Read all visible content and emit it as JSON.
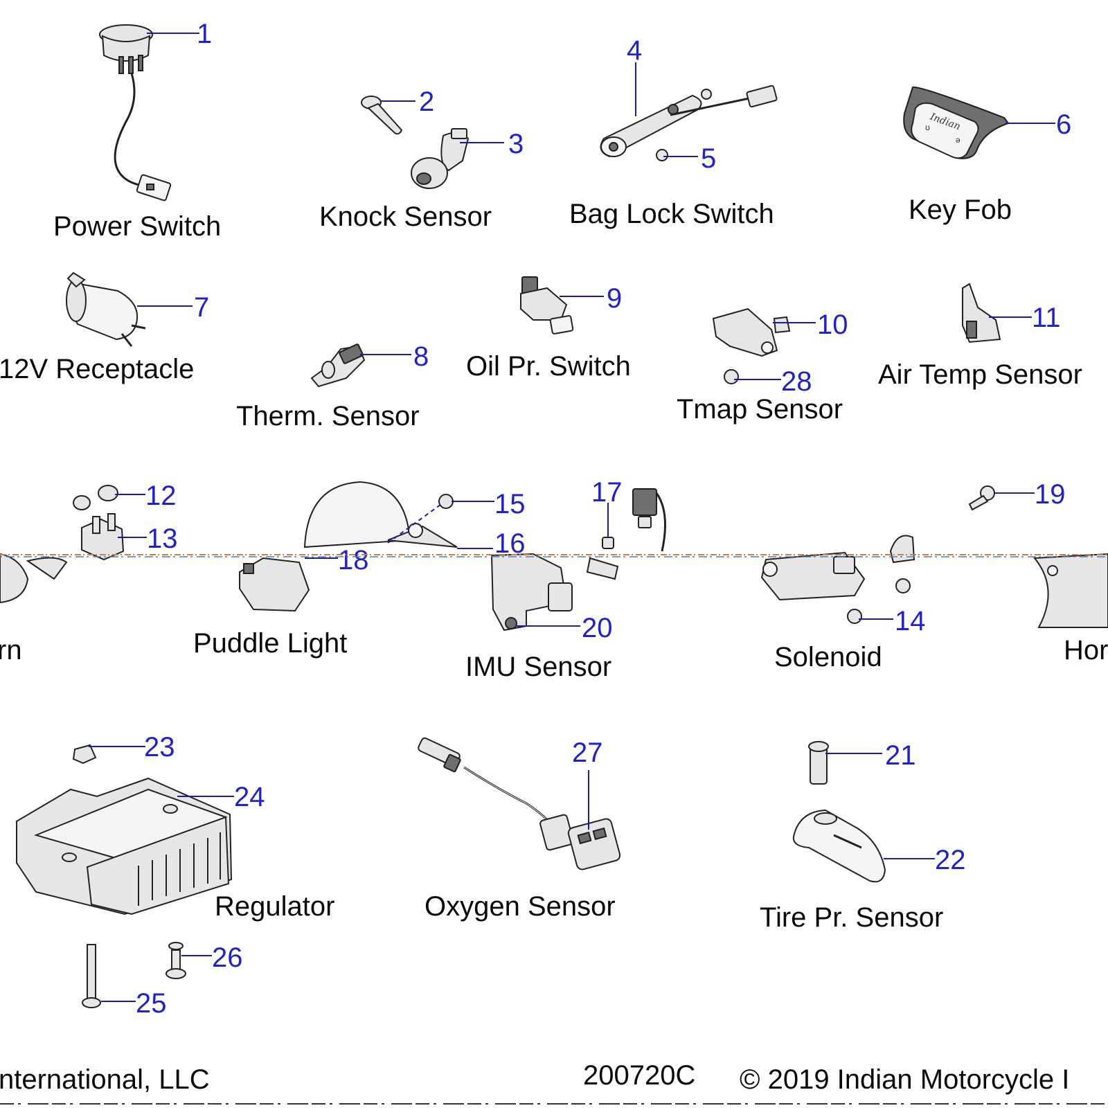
{
  "diagram": {
    "callouts": {
      "c1": "1",
      "c2": "2",
      "c3": "3",
      "c4": "4",
      "c5": "5",
      "c6": "6",
      "c7": "7",
      "c8": "8",
      "c9": "9",
      "c10": "10",
      "c11": "11",
      "c12": "12",
      "c13": "13",
      "c14": "14",
      "c15": "15",
      "c16": "16",
      "c17": "17",
      "c18": "18",
      "c19": "19",
      "c20": "20",
      "c21": "21",
      "c22": "22",
      "c23": "23",
      "c24": "24",
      "c25": "25",
      "c26": "26",
      "c27": "27",
      "c28": "28"
    },
    "part_names": {
      "power_switch": "Power Switch",
      "knock_sensor": "Knock Sensor",
      "bag_lock_switch": "Bag Lock Switch",
      "key_fob": "Key Fob",
      "receptacle_12v": "12V Receptacle",
      "therm_sensor": "Therm. Sensor",
      "oil_pr_switch": "Oil Pr. Switch",
      "tmap_sensor": "Tmap Sensor",
      "air_temp_sensor": "Air Temp Sensor",
      "horn_left": "rn",
      "puddle_light": "Puddle Light",
      "imu_sensor": "IMU Sensor",
      "solenoid": "Solenoid",
      "horn_right": "Hor",
      "regulator": "Regulator",
      "oxygen_sensor": "Oxygen Sensor",
      "tire_pr_sensor": "Tire Pr. Sensor"
    },
    "key_fob_buttons": {
      "left": "ʊ",
      "right": "ǝ"
    },
    "key_fob_brand": "Indian"
  },
  "footer": {
    "company_left": "nternational, LLC",
    "drawing_number": "200720C",
    "copyright": "© 2019 Indian Motorcycle I"
  },
  "colors": {
    "callout_blue": "#1f1fd6",
    "part_fill": "#e6e6e6",
    "outline": "#222222"
  }
}
